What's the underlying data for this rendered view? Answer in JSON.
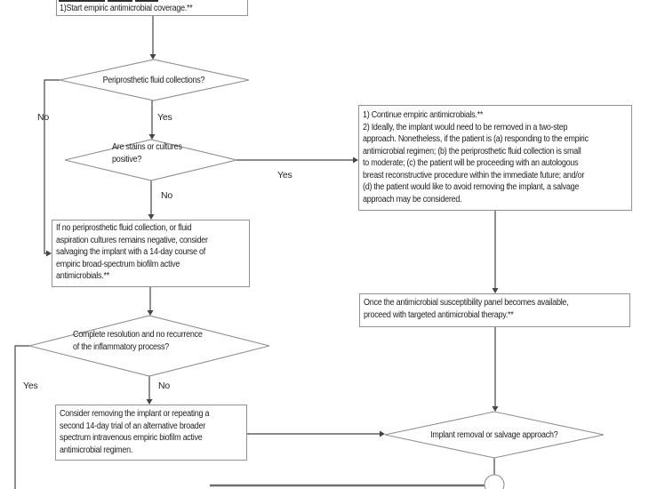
{
  "diagram": {
    "nodes": {
      "start": "1)Start empiric antimicrobial coverage.**",
      "decision_fluid": "Periprosthetic fluid collections?",
      "decision_cultures": "Are stains or cultures\npositive?",
      "salvage": "If no periprosthetic fluid collection, or fluid\naspiration cultures remains negative, consider\nsalvaging the implant with a 14-day course of\nempiric broad-spectrum biofilm active\nantimicrobials.**",
      "continue_empiric": "1) Continue empiric antimicrobials.**\n2) Ideally, the implant would need to be removed in a two-step\napproach. Nonetheless, if the patient is (a) responding to the empiric\nantimicrobial regimen; (b) the periprosthetic fluid collection is small\nto moderate; (c) the patient will be proceeding with an autologous\nbreast reconstructive procedure within the immediate future; and/or\n(d) the patient would like to avoid removing the implant, a salvage\napproach may be considered.",
      "targeted": "Once the antimicrobial susceptibility panel becomes available,\nproceed with targeted antimicrobial therapy.**",
      "decision_resolution": "Complete resolution and no recurrence\nof the inflammatory process?",
      "repeat_trial": "Consider removing the implant or repeating a\nsecond 14-day trial of an alternative broader\nspectrum intravenous empiric biofilm active\nantimicrobial regimen.",
      "decision_removal": "Implant removal or salvage approach?"
    },
    "edge_labels": {
      "fluid_no": "No",
      "fluid_yes": "Yes",
      "cultures_yes": "Yes",
      "cultures_no": "No",
      "resolution_yes": "Yes",
      "resolution_no": "No"
    },
    "colors": {
      "background": "#ffffff",
      "box_border": "#929292",
      "diamond_border": "#8f8f8f",
      "connector": "#454545",
      "text": "#1f1f1f"
    }
  }
}
